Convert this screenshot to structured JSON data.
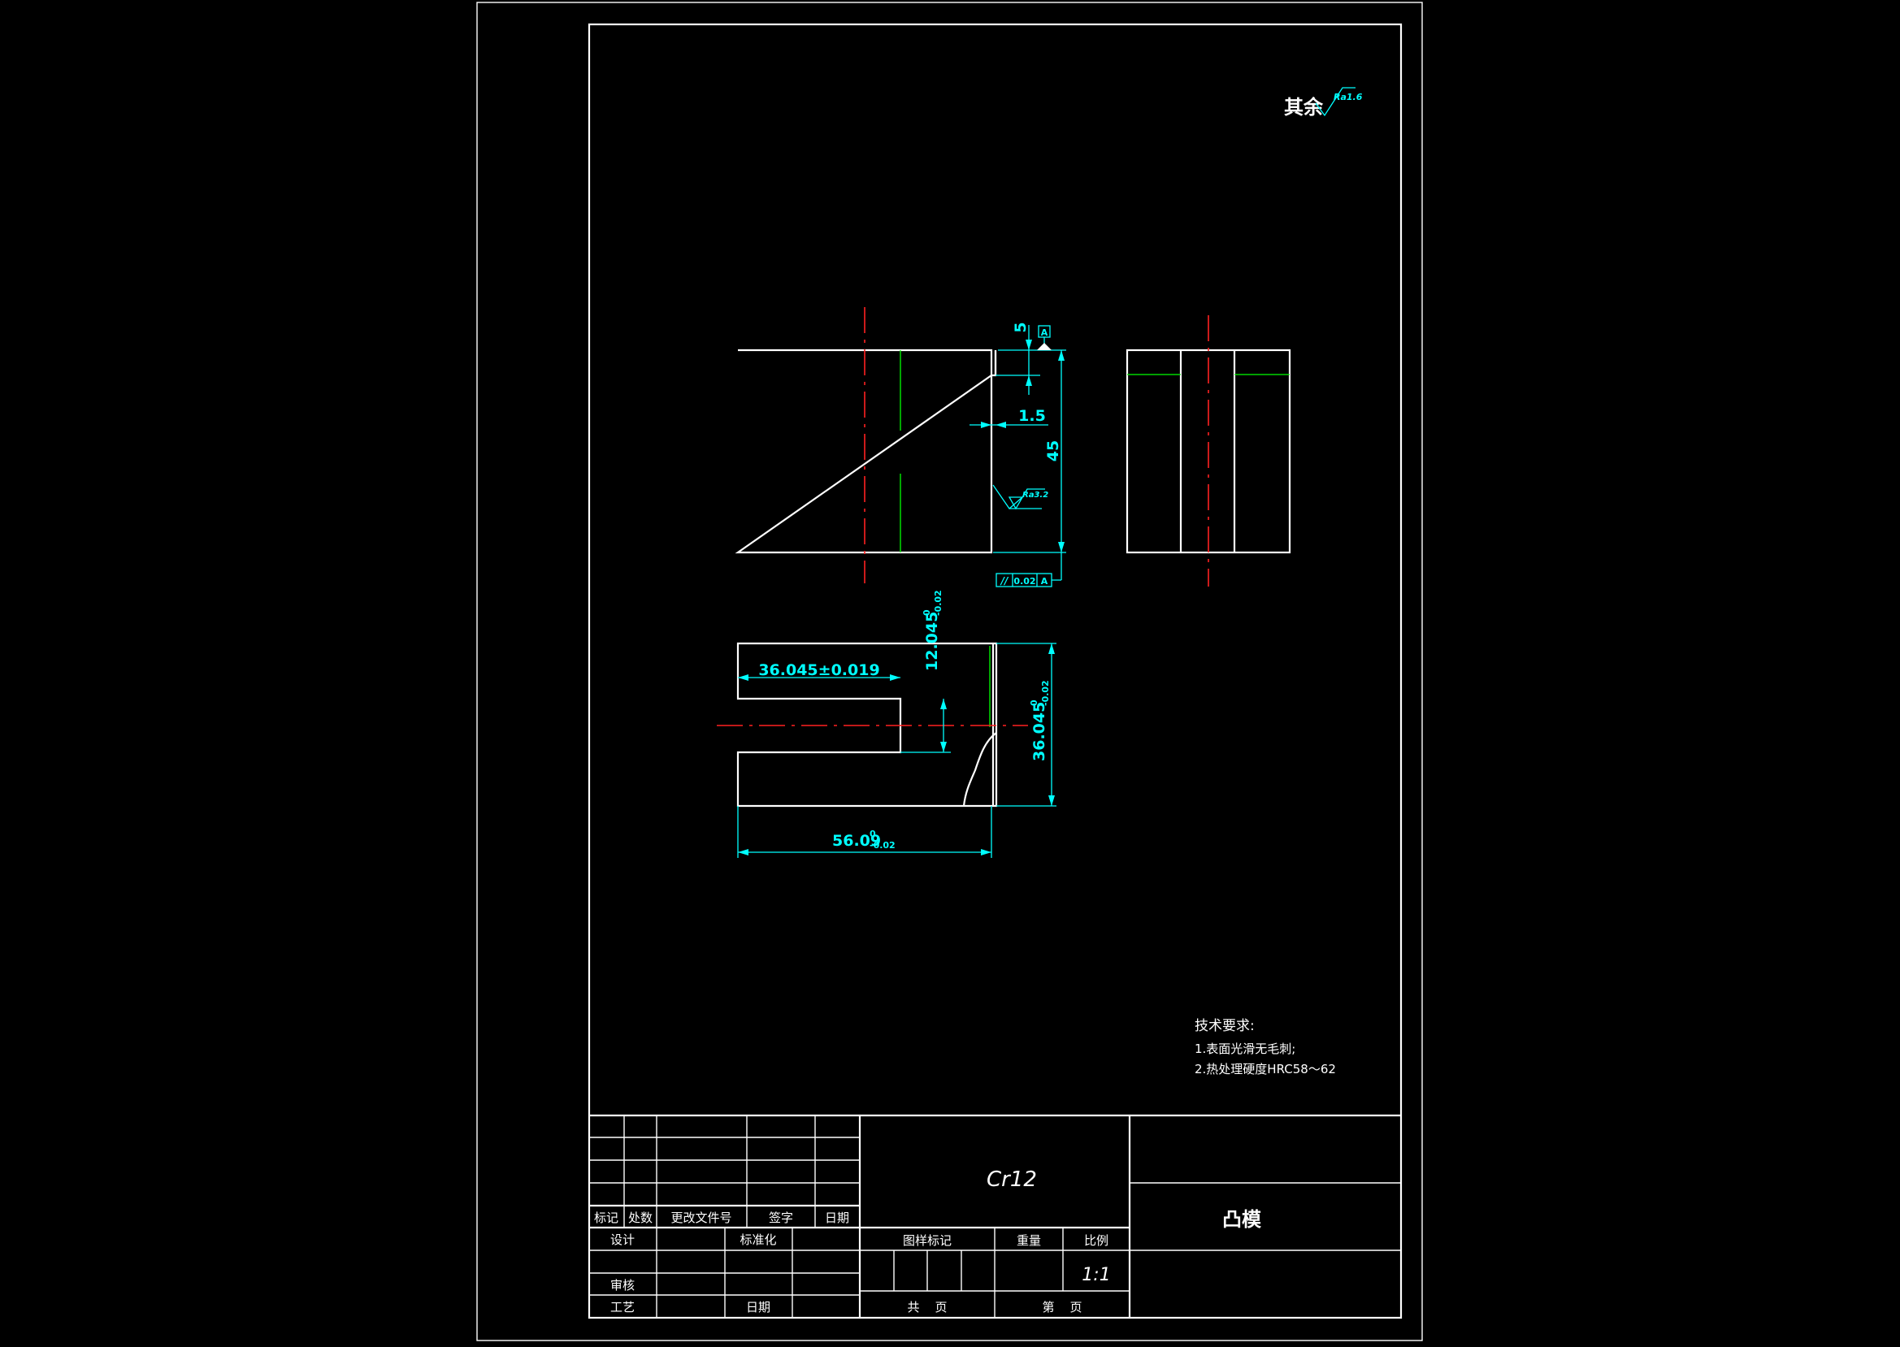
{
  "drawing": {
    "roughness_note": {
      "label": "其余",
      "value": "Ra1.6"
    },
    "local_roughness": "Ra3.2",
    "datum_letter": "A",
    "parallelism": {
      "symbol": "//",
      "tolerance": "0.02",
      "datum": "A"
    },
    "dimensions": {
      "top_offset": "5",
      "step": "1.5",
      "height": "45",
      "slot_width": "36.045±0.019",
      "slot_half": "12.045",
      "slot_half_upper": "0",
      "slot_half_lower": "-0.02",
      "width": "36.045",
      "width_upper": "0",
      "width_lower": "-0.02",
      "length": "56.09",
      "length_upper": "0",
      "length_lower": "-0.02"
    },
    "tech_requirements": {
      "title": "技术要求:",
      "items": [
        "1.表面光滑无毛刺;",
        "2.热处理硬度HRC58～62"
      ]
    }
  },
  "title_block": {
    "material": "Cr12",
    "part_name": "凸模",
    "scale": "1:1",
    "rev_headers": [
      "标记",
      "处数",
      "更改文件号",
      "签字",
      "日期"
    ],
    "roles": {
      "design": "设计",
      "standardize": "标准化",
      "review": "审核",
      "process": "工艺",
      "date": "日期"
    },
    "headers": {
      "stage_mark": "图样标记",
      "weight": "重量",
      "scale": "比例"
    },
    "sheets": {
      "total": "共    页",
      "sheet": "第    页"
    }
  }
}
